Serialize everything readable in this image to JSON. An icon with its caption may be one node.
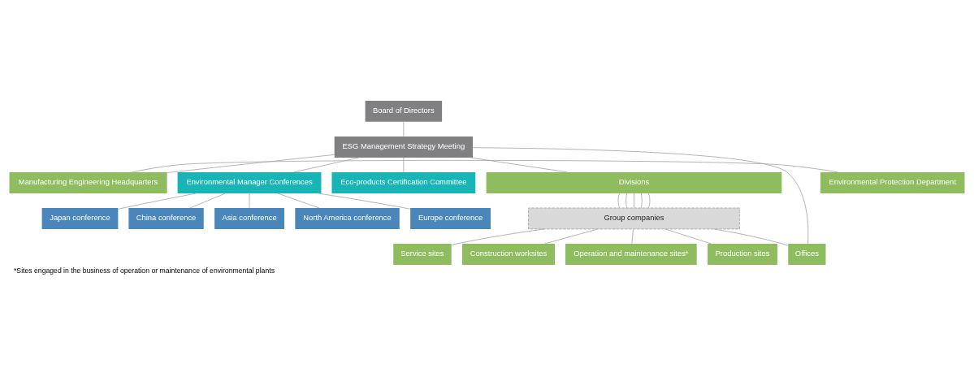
{
  "diagram": {
    "caption": "*Sites engaged in the business of operation or maintenance of environmental plants",
    "nodes": [
      {
        "text": [
          "Board of Directors"
        ]
      },
      {
        "text": [
          "ESG Management Strategy Meeting"
        ]
      },
      {
        "text": [
          "Environmental Protection Department"
        ]
      },
      {
        "text": [
          "Manufacturing Engineering Headquarters"
        ]
      },
      {
        "text": [
          "Environmental Manager Conferences"
        ]
      },
      {
        "text": [
          "Eco-products Certification Committee"
        ]
      },
      {
        "text": [
          "Japan conference"
        ]
      },
      {
        "text": [
          "China conference"
        ]
      },
      {
        "text": [
          "Asia conference"
        ]
      },
      {
        "text": [
          "North America conference"
        ]
      },
      {
        "text": [
          "Europe conference"
        ]
      },
      {
        "text": [
          "Divisions"
        ]
      },
      {
        "text": [
          "Group companies"
        ]
      },
      {
        "text": [
          "Offices"
        ]
      },
      {
        "text": [
          "Service sites"
        ]
      },
      {
        "text": [
          "Construction worksites"
        ]
      },
      {
        "text": [
          "Operation and maintenance sites*"
        ]
      },
      {
        "text": [
          "Production sites"
        ]
      }
    ],
    "edges": [
      {
        "from": 0,
        "to": 1,
        "arrow": "none"
      },
      {
        "from": 1,
        "to": 3,
        "arrow": "none"
      },
      {
        "from": 2,
        "to": 3,
        "arrow": "none"
      },
      {
        "from": 1,
        "to": 4,
        "arrow": "none"
      },
      {
        "from": 1,
        "to": 5,
        "arrow": "none"
      },
      {
        "from": 1,
        "to": 11,
        "arrow": "none"
      },
      {
        "from": 1,
        "to": 13,
        "arrow": "none"
      },
      {
        "from": 4,
        "to": 6,
        "arrow": "none"
      },
      {
        "from": 4,
        "to": 7,
        "arrow": "none"
      },
      {
        "from": 4,
        "to": 8,
        "arrow": "none"
      },
      {
        "from": 4,
        "to": 9,
        "arrow": "none"
      },
      {
        "from": 4,
        "to": 10,
        "arrow": "none"
      },
      {
        "from": 11,
        "to": 12,
        "arrow": "none"
      },
      {
        "from": 11,
        "to": 12,
        "arrow": "none"
      },
      {
        "from": 11,
        "to": 12,
        "arrow": "none"
      },
      {
        "from": 11,
        "to": 12,
        "arrow": "none"
      },
      {
        "from": 11,
        "to": 12,
        "arrow": "none"
      },
      {
        "from": 12,
        "to": 13,
        "arrow": "none"
      },
      {
        "from": 12,
        "to": 14,
        "arrow": "none"
      },
      {
        "from": 12,
        "to": 15,
        "arrow": "none"
      },
      {
        "from": 12,
        "to": 16,
        "arrow": "none"
      },
      {
        "from": 12,
        "to": 17,
        "arrow": "none"
      }
    ]
  }
}
